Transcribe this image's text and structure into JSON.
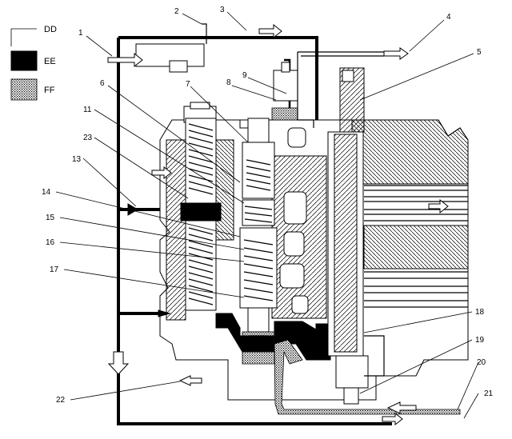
{
  "legend": [
    {
      "key": "DD",
      "fill": "empty"
    },
    {
      "key": "EE",
      "fill": "solid"
    },
    {
      "key": "FF",
      "fill": "stipple"
    }
  ],
  "callouts": [
    {
      "label": "1"
    },
    {
      "label": "2"
    },
    {
      "label": "3"
    },
    {
      "label": "4"
    },
    {
      "label": "5"
    },
    {
      "label": "6"
    },
    {
      "label": "7"
    },
    {
      "label": "8"
    },
    {
      "label": "9"
    },
    {
      "label": "11"
    },
    {
      "label": "23"
    },
    {
      "label": "13"
    },
    {
      "label": "14"
    },
    {
      "label": "15"
    },
    {
      "label": "16"
    },
    {
      "label": "17"
    },
    {
      "label": "18"
    },
    {
      "label": "19"
    },
    {
      "label": "20"
    },
    {
      "label": "21"
    },
    {
      "label": "22"
    }
  ],
  "colors": {
    "ink": "#000000",
    "paper": "#ffffff"
  }
}
